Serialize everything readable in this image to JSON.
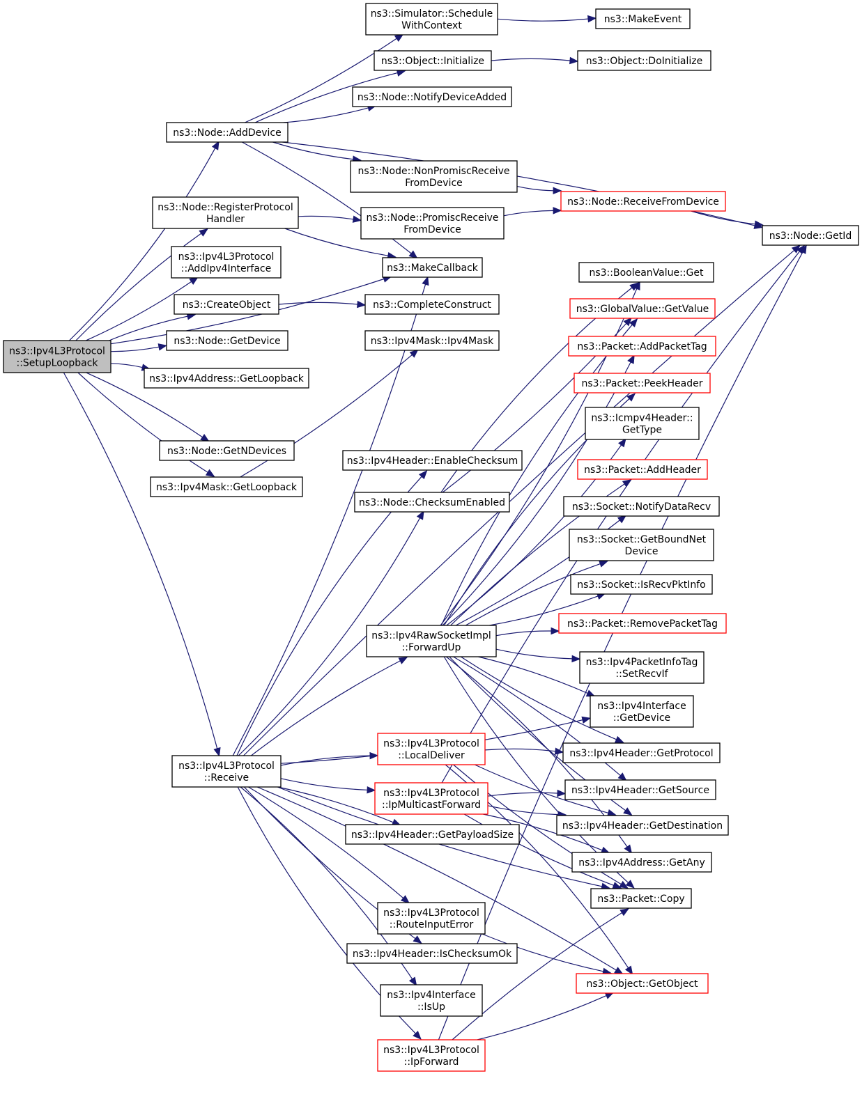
{
  "colors": {
    "edge": "#191970",
    "node_border": "#000000",
    "node_border_truncated": "#ff0000",
    "root_fill": "#bfbfbf",
    "node_fill": "#ffffff"
  },
  "nodes": {
    "root": {
      "lines": [
        "ns3::Ipv4L3Protocol",
        "::SetupLoopback"
      ],
      "status": "root"
    },
    "schedule": {
      "lines": [
        "ns3::Simulator::Schedule",
        "WithContext"
      ],
      "status": "normal"
    },
    "makeEvent": {
      "lines": [
        "ns3::MakeEvent"
      ],
      "status": "normal"
    },
    "initialize": {
      "lines": [
        "ns3::Object::Initialize"
      ],
      "status": "normal"
    },
    "doInitialize": {
      "lines": [
        "ns3::Object::DoInitialize"
      ],
      "status": "normal"
    },
    "notifyDeviceAdded": {
      "lines": [
        "ns3::Node::NotifyDeviceAdded"
      ],
      "status": "normal"
    },
    "addDevice": {
      "lines": [
        "ns3::Node::AddDevice"
      ],
      "status": "normal"
    },
    "nonPromisc": {
      "lines": [
        "ns3::Node::NonPromiscReceive",
        "FromDevice"
      ],
      "status": "normal"
    },
    "receiveFromDevice": {
      "lines": [
        "ns3::Node::ReceiveFromDevice"
      ],
      "status": "truncated"
    },
    "registerProtocol": {
      "lines": [
        "ns3::Node::RegisterProtocol",
        "Handler"
      ],
      "status": "normal"
    },
    "promisc": {
      "lines": [
        "ns3::Node::PromiscReceive",
        "FromDevice"
      ],
      "status": "normal"
    },
    "getId": {
      "lines": [
        "ns3::Node::GetId"
      ],
      "status": "normal"
    },
    "addIpv4Interface": {
      "lines": [
        "ns3::Ipv4L3Protocol",
        "::AddIpv4Interface"
      ],
      "status": "normal"
    },
    "makeCallback": {
      "lines": [
        "ns3::MakeCallback"
      ],
      "status": "normal"
    },
    "booleanGet": {
      "lines": [
        "ns3::BooleanValue::Get"
      ],
      "status": "normal"
    },
    "createObject": {
      "lines": [
        "ns3::CreateObject"
      ],
      "status": "normal"
    },
    "completeConstruct": {
      "lines": [
        "ns3::CompleteConstruct"
      ],
      "status": "normal"
    },
    "globalGetValue": {
      "lines": [
        "ns3::GlobalValue::GetValue"
      ],
      "status": "truncated"
    },
    "getDevice": {
      "lines": [
        "ns3::Node::GetDevice"
      ],
      "status": "normal"
    },
    "ipv4MaskCtor": {
      "lines": [
        "ns3::Ipv4Mask::Ipv4Mask"
      ],
      "status": "normal"
    },
    "addPacketTag": {
      "lines": [
        "ns3::Packet::AddPacketTag"
      ],
      "status": "truncated"
    },
    "ipv4AddrLoopback": {
      "lines": [
        "ns3::Ipv4Address::GetLoopback"
      ],
      "status": "normal"
    },
    "peekHeader": {
      "lines": [
        "ns3::Packet::PeekHeader"
      ],
      "status": "truncated"
    },
    "icmpGetType": {
      "lines": [
        "ns3::Icmpv4Header::",
        "GetType"
      ],
      "status": "normal"
    },
    "getNDevices": {
      "lines": [
        "ns3::Node::GetNDevices"
      ],
      "status": "normal"
    },
    "enableChecksum": {
      "lines": [
        "ns3::Ipv4Header::EnableChecksum"
      ],
      "status": "normal"
    },
    "addHeader": {
      "lines": [
        "ns3::Packet::AddHeader"
      ],
      "status": "truncated"
    },
    "maskLoopback": {
      "lines": [
        "ns3::Ipv4Mask::GetLoopback"
      ],
      "status": "normal"
    },
    "checksumEnabled": {
      "lines": [
        "ns3::Node::ChecksumEnabled"
      ],
      "status": "normal"
    },
    "notifyDataRecv": {
      "lines": [
        "ns3::Socket::NotifyDataRecv"
      ],
      "status": "normal"
    },
    "getBoundNetDevice": {
      "lines": [
        "ns3::Socket::GetBoundNet",
        "Device"
      ],
      "status": "normal"
    },
    "isRecvPktInfo": {
      "lines": [
        "ns3::Socket::IsRecvPktInfo"
      ],
      "status": "normal"
    },
    "forwardUp": {
      "lines": [
        "ns3::Ipv4RawSocketImpl",
        "::ForwardUp"
      ],
      "status": "normal"
    },
    "removePacketTag": {
      "lines": [
        "ns3::Packet::RemovePacketTag"
      ],
      "status": "truncated"
    },
    "setRecvIf": {
      "lines": [
        "ns3::Ipv4PacketInfoTag",
        "::SetRecvIf"
      ],
      "status": "normal"
    },
    "ifaceGetDevice": {
      "lines": [
        "ns3::Ipv4Interface",
        "::GetDevice"
      ],
      "status": "normal"
    },
    "localDeliver": {
      "lines": [
        "ns3::Ipv4L3Protocol",
        "::LocalDeliver"
      ],
      "status": "truncated"
    },
    "receive": {
      "lines": [
        "ns3::Ipv4L3Protocol",
        "::Receive"
      ],
      "status": "normal"
    },
    "getProtocol": {
      "lines": [
        "ns3::Ipv4Header::GetProtocol"
      ],
      "status": "normal"
    },
    "getSource": {
      "lines": [
        "ns3::Ipv4Header::GetSource"
      ],
      "status": "normal"
    },
    "ipMulticastForward": {
      "lines": [
        "ns3::Ipv4L3Protocol",
        "::IpMulticastForward"
      ],
      "status": "truncated"
    },
    "getDestination": {
      "lines": [
        "ns3::Ipv4Header::GetDestination"
      ],
      "status": "normal"
    },
    "getPayloadSize": {
      "lines": [
        "ns3::Ipv4Header::GetPayloadSize"
      ],
      "status": "normal"
    },
    "getAny": {
      "lines": [
        "ns3::Ipv4Address::GetAny"
      ],
      "status": "normal"
    },
    "packetCopy": {
      "lines": [
        "ns3::Packet::Copy"
      ],
      "status": "normal"
    },
    "routeInputError": {
      "lines": [
        "ns3::Ipv4L3Protocol",
        "::RouteInputError"
      ],
      "status": "normal"
    },
    "isChecksumOk": {
      "lines": [
        "ns3::Ipv4Header::IsChecksumOk"
      ],
      "status": "normal"
    },
    "getObject": {
      "lines": [
        "ns3::Object::GetObject"
      ],
      "status": "truncated"
    },
    "isUp": {
      "lines": [
        "ns3::Ipv4Interface",
        "::IsUp"
      ],
      "status": "normal"
    },
    "ipForward": {
      "lines": [
        "ns3::Ipv4L3Protocol",
        "::IpForward"
      ],
      "status": "truncated"
    }
  },
  "edges": [
    [
      "root",
      "addDevice"
    ],
    [
      "root",
      "registerProtocol"
    ],
    [
      "root",
      "addIpv4Interface"
    ],
    [
      "root",
      "createObject"
    ],
    [
      "root",
      "getDevice"
    ],
    [
      "root",
      "ipv4AddrLoopback"
    ],
    [
      "root",
      "makeCallback"
    ],
    [
      "root",
      "getNDevices"
    ],
    [
      "root",
      "maskLoopback"
    ],
    [
      "root",
      "receive"
    ],
    [
      "addDevice",
      "schedule"
    ],
    [
      "addDevice",
      "initialize"
    ],
    [
      "addDevice",
      "notifyDeviceAdded"
    ],
    [
      "addDevice",
      "getId"
    ],
    [
      "addDevice",
      "nonPromisc"
    ],
    [
      "addDevice",
      "makeCallback"
    ],
    [
      "schedule",
      "makeEvent"
    ],
    [
      "initialize",
      "doInitialize"
    ],
    [
      "nonPromisc",
      "receiveFromDevice"
    ],
    [
      "promisc",
      "receiveFromDevice"
    ],
    [
      "receiveFromDevice",
      "getId"
    ],
    [
      "registerProtocol",
      "promisc"
    ],
    [
      "registerProtocol",
      "makeCallback"
    ],
    [
      "createObject",
      "completeConstruct"
    ],
    [
      "maskLoopback",
      "ipv4MaskCtor"
    ],
    [
      "checksumEnabled",
      "booleanGet"
    ],
    [
      "checksumEnabled",
      "globalGetValue"
    ],
    [
      "receive",
      "getId"
    ],
    [
      "receive",
      "makeCallback"
    ],
    [
      "receive",
      "enableChecksum"
    ],
    [
      "receive",
      "checksumEnabled"
    ],
    [
      "receive",
      "forwardUp"
    ],
    [
      "receive",
      "ifaceGetDevice"
    ],
    [
      "receive",
      "localDeliver"
    ],
    [
      "receive",
      "ipMulticastForward"
    ],
    [
      "receive",
      "getPayloadSize"
    ],
    [
      "receive",
      "packetCopy"
    ],
    [
      "receive",
      "routeInputError"
    ],
    [
      "receive",
      "isChecksumOk"
    ],
    [
      "receive",
      "isUp"
    ],
    [
      "receive",
      "ipForward"
    ],
    [
      "receive",
      "getObject"
    ],
    [
      "forwardUp",
      "booleanGet"
    ],
    [
      "forwardUp",
      "globalGetValue"
    ],
    [
      "forwardUp",
      "addPacketTag"
    ],
    [
      "forwardUp",
      "peekHeader"
    ],
    [
      "forwardUp",
      "icmpGetType"
    ],
    [
      "forwardUp",
      "addHeader"
    ],
    [
      "forwardUp",
      "notifyDataRecv"
    ],
    [
      "forwardUp",
      "getBoundNetDevice"
    ],
    [
      "forwardUp",
      "isRecvPktInfo"
    ],
    [
      "forwardUp",
      "removePacketTag"
    ],
    [
      "forwardUp",
      "setRecvIf"
    ],
    [
      "forwardUp",
      "ifaceGetDevice"
    ],
    [
      "forwardUp",
      "getProtocol"
    ],
    [
      "forwardUp",
      "getSource"
    ],
    [
      "forwardUp",
      "getDestination"
    ],
    [
      "forwardUp",
      "getAny"
    ],
    [
      "forwardUp",
      "packetCopy"
    ],
    [
      "localDeliver",
      "getProtocol"
    ],
    [
      "localDeliver",
      "getDestination"
    ],
    [
      "localDeliver",
      "getObject"
    ],
    [
      "localDeliver",
      "packetCopy"
    ],
    [
      "ipMulticastForward",
      "getSource"
    ],
    [
      "ipMulticastForward",
      "getDestination"
    ],
    [
      "ipMulticastForward",
      "getAny"
    ],
    [
      "ipMulticastForward",
      "packetCopy"
    ],
    [
      "ipMulticastForward",
      "getId"
    ],
    [
      "routeInputError",
      "getObject"
    ],
    [
      "ipForward",
      "packetCopy"
    ],
    [
      "ipForward",
      "getObject"
    ],
    [
      "ipForward",
      "getId"
    ]
  ]
}
